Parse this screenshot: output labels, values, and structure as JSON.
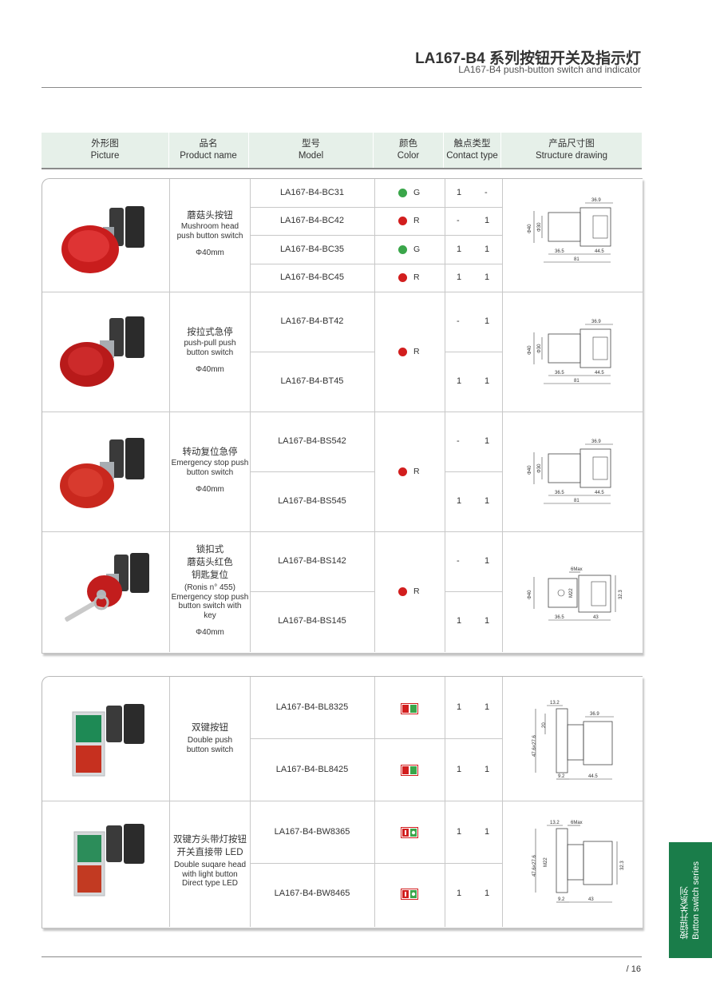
{
  "header": {
    "title": "LA167-B4 系列按钮开关及指示灯",
    "subtitle": "LA167-B4 push-button switch and indicator"
  },
  "table_header": {
    "picture_cn": "外形图",
    "picture_en": "Picture",
    "name_cn": "品名",
    "name_en": "Product name",
    "model_cn": "型号",
    "model_en": "Model",
    "color_cn": "颜色",
    "color_en": "Color",
    "contact_cn": "触点类型",
    "contact_en": "Contact type",
    "drawing_cn": "产品尺寸图",
    "drawing_en": "Structure drawing"
  },
  "groups": [
    {
      "name_cn": "蘑菇头按钮",
      "name_en_1": "Mushroom head",
      "name_en_2": "push button switch",
      "size": "Φ40mm",
      "rows": [
        {
          "model": "LA167-B4-BC31",
          "color": "G",
          "no": "1",
          "nc": "-"
        },
        {
          "model": "LA167-B4-BC42",
          "color": "R",
          "no": "-",
          "nc": "1"
        },
        {
          "model": "LA167-B4-BC35",
          "color": "G",
          "no": "1",
          "nc": "1"
        },
        {
          "model": "LA167-B4-BC45",
          "color": "R",
          "no": "1",
          "nc": "1"
        }
      ]
    },
    {
      "name_cn": "按拉式急停",
      "name_en_1": "push-pull push",
      "name_en_2": "button switch",
      "size": "Φ40mm",
      "color": "R",
      "rows": [
        {
          "model": "LA167-B4-BT42",
          "no": "-",
          "nc": "1"
        },
        {
          "model": "LA167-B4-BT45",
          "no": "1",
          "nc": "1"
        }
      ]
    },
    {
      "name_cn": "转动复位急停",
      "name_en_1": "Emergency stop push",
      "name_en_2": "button switch",
      "size": "Φ40mm",
      "color": "R",
      "rows": [
        {
          "model": "LA167-B4-BS542",
          "no": "-",
          "nc": "1"
        },
        {
          "model": "LA167-B4-BS545",
          "no": "1",
          "nc": "1"
        }
      ]
    },
    {
      "name_cn_1": "锁扣式",
      "name_cn_2": "蘑菇头红色",
      "name_cn_3": "钥匙复位",
      "name_en_0": "(Ronis n° 455)",
      "name_en_1": "Emergency stop push",
      "name_en_2": "button switch with",
      "name_en_3": "key",
      "size": "Φ40mm",
      "color": "R",
      "rows": [
        {
          "model": "LA167-B4-BS142",
          "no": "-",
          "nc": "1"
        },
        {
          "model": "LA167-B4-BS145",
          "no": "1",
          "nc": "1"
        }
      ]
    },
    {
      "name_cn": "双键按钮",
      "name_en_1": "Double push",
      "name_en_2": "button switch",
      "rows": [
        {
          "model": "LA167-B4-BL8325",
          "no": "1",
          "nc": "1"
        },
        {
          "model": "LA167-B4-BL8425",
          "no": "1",
          "nc": "1"
        }
      ]
    },
    {
      "name_cn_1": "双键方头带灯按钮",
      "name_cn_2": "开关直接带 LED",
      "name_en_1": "Double suqare  head",
      "name_en_2": "with light button",
      "name_en_3": "Direct type LED",
      "rows": [
        {
          "model": "LA167-B4-BW8365",
          "no": "1",
          "nc": "1"
        },
        {
          "model": "LA167-B4-BW8465",
          "no": "1",
          "nc": "1"
        }
      ]
    }
  ],
  "drawings": {
    "mushroom": {
      "d1": "Φ40",
      "d2": "Φ30",
      "top": "36.9",
      "a": "36.5",
      "b": "44.5",
      "total": "81"
    },
    "key": {
      "max": "6Max",
      "d1": "Φ40",
      "d2": "M22",
      "h": "32.3",
      "a": "36.5",
      "b": "43"
    },
    "double": {
      "w": "13.2",
      "top": "36.9",
      "h1": "20",
      "h2": "47.6×27.6",
      "a": "9.2",
      "b": "44.5"
    },
    "double_led": {
      "w": "13.2",
      "max": "6Max",
      "h2": "47.6×27.6",
      "d2": "M22",
      "h": "32.3",
      "a": "9.2",
      "b": "43"
    }
  },
  "colors": {
    "green": "#3aa64a",
    "red": "#d21e1e",
    "brand": "#1a7d4a"
  },
  "side_tab": {
    "cn": "按钮开关系列",
    "en": "Button switch series"
  },
  "page_number": "/ 16"
}
